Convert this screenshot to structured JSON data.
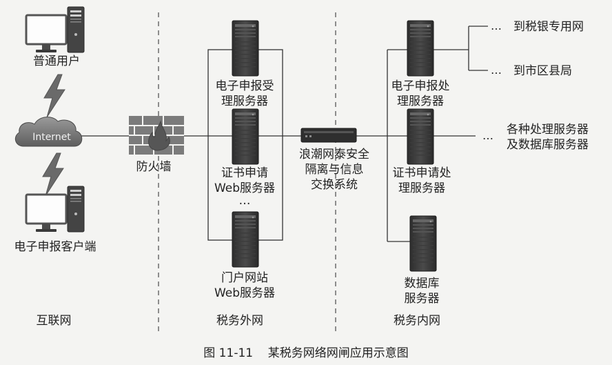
{
  "zones": {
    "internet": "互联网",
    "external_net": "税务外网",
    "internal_net": "税务内网"
  },
  "internet_side": {
    "user_pc": "普通用户",
    "cloud": "Internet",
    "client_pc": "电子申报客户端"
  },
  "firewall": "防火墙",
  "external_servers": {
    "declare_accept": [
      "电子申报受",
      "理服务器"
    ],
    "cert_web": [
      "证书申请",
      "Web服务器"
    ],
    "ellipsis": "…",
    "portal_web": [
      "门户网站",
      "Web服务器"
    ]
  },
  "gateway": [
    "浪潮网泰安全",
    "隔离与信息",
    "交换系统"
  ],
  "internal_servers": {
    "declare_process": [
      "电子申报处",
      "理服务器"
    ],
    "cert_process": [
      "证书申请处",
      "理服务器"
    ],
    "database": [
      "数据库",
      "服务器"
    ]
  },
  "branches": {
    "bank_net": "到税银专用网",
    "county": "到市区县局",
    "others": [
      "各种处理服务器",
      "及数据库服务器"
    ],
    "dots": "…"
  },
  "caption": "图 11-11    某税务网络网闸应用示意图"
}
